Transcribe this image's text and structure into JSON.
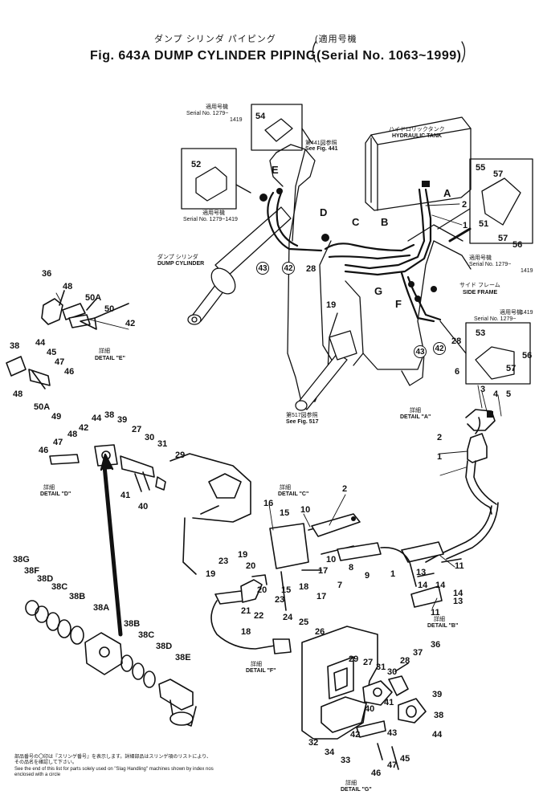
{
  "title": {
    "jp": "ダンプ シリンダ パイピング",
    "jp_serial": "(適用号機",
    "en": "Fig. 643A DUMP CYLINDER PIPING",
    "serial": "(Serial No. 1063~1999)"
  },
  "labels": {
    "hyd_tank_jp": "ハイドロリックタンク",
    "hyd_tank": "HYDRAULIC TANK",
    "dump_cyl_jp": "ダンプ シリンダ",
    "dump_cyl": "DUMP CYLINDER",
    "side_frame_jp": "サイド フレーム",
    "side_frame": "SIDE FRAME",
    "see441_jp": "第441図参照",
    "see441": "See Fig. 441",
    "see517_jp": "第517図参照",
    "see517": "See Fig. 517",
    "serial_jp": "適用号機",
    "serial_1279": "Serial No. 1279~",
    "serial_1279_1419": "Serial No. 1279~1419",
    "serial_1419": "1419",
    "serial_1279_r": "Serial No. 1279~",
    "detail_jp": "詳細",
    "detail_a": "DETAIL \"A\"",
    "detail_b": "DETAIL \"B\"",
    "detail_c": "DETAIL \"C\"",
    "detail_d": "DETAIL \"D\"",
    "detail_e": "DETAIL \"E\"",
    "detail_f": "DETAIL \"F\"",
    "detail_g": "DETAIL \"G\"",
    "letter_a": "A",
    "letter_b": "B",
    "letter_c": "C",
    "letter_d": "D",
    "letter_e": "E",
    "letter_f": "F",
    "letter_g": "G"
  },
  "footnote": {
    "jp": "部品番号の〇印は『スリンゲ番号』を表示します。詳細部品はスリンゲ項のリストにより、その品名を確認して下さい。",
    "en": "See the end of this list for parts solely used on \"Slag Handling\" machines shown by index nos enclosed with a circle"
  },
  "callouts": {
    "c1": "1",
    "c2": "2",
    "c3": "3",
    "c4": "4",
    "c5": "5",
    "c6": "6",
    "c7": "7",
    "c8": "8",
    "c9": "9",
    "c10": "10",
    "c11": "11",
    "c13": "13",
    "c14": "14",
    "c15": "15",
    "c16": "16",
    "c17": "17",
    "c18": "18",
    "c19": "19",
    "c20": "20",
    "c21": "21",
    "c22": "22",
    "c23": "23",
    "c24": "24",
    "c25": "25",
    "c26": "26",
    "c27": "27",
    "c28": "28",
    "c29": "29",
    "c30": "30",
    "c31": "31",
    "c32": "32",
    "c33": "33",
    "c34": "34",
    "c36": "36",
    "c37": "37",
    "c38": "38",
    "c38A": "38A",
    "c38B": "38B",
    "c38C": "38C",
    "c38D": "38D",
    "c38E": "38E",
    "c38F": "38F",
    "c38G": "38G",
    "c39": "39",
    "c40": "40",
    "c41": "41",
    "c42": "42",
    "c43": "43",
    "c44": "44",
    "c45": "45",
    "c46": "46",
    "c47": "47",
    "c48": "48",
    "c49": "49",
    "c50": "50",
    "c50A": "50A",
    "c51": "51",
    "c52": "52",
    "c53": "53",
    "c54": "54",
    "c55": "55",
    "c56": "56",
    "c57": "57"
  }
}
